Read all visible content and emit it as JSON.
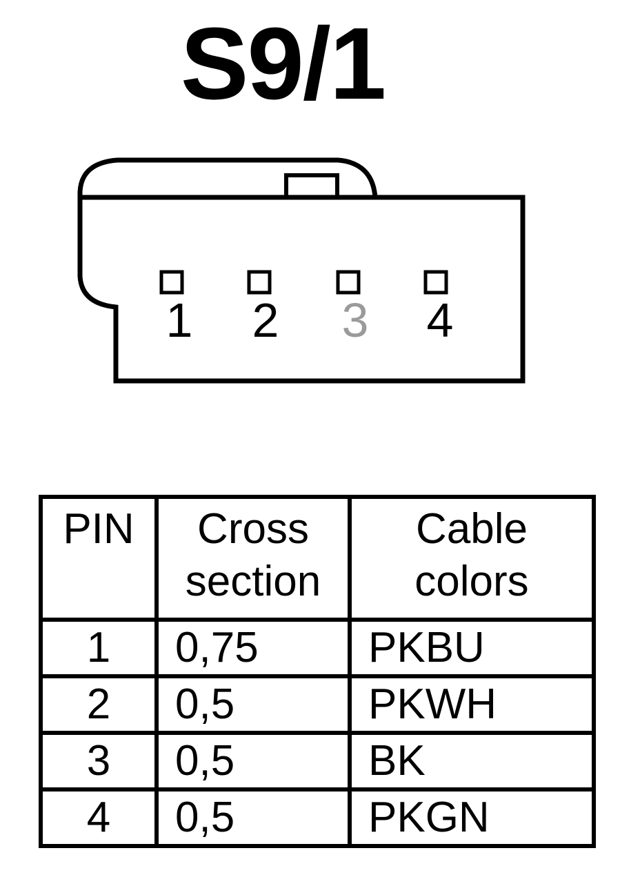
{
  "title": "S9/1",
  "connector": {
    "pins": [
      {
        "label": "1",
        "faded": false
      },
      {
        "label": "2",
        "faded": false
      },
      {
        "label": "3",
        "faded": true
      },
      {
        "label": "4",
        "faded": false
      }
    ],
    "stroke_color": "#000000",
    "faded_color": "#9a9a9a"
  },
  "table": {
    "headers": {
      "pin": "PIN",
      "cross_section": [
        "Cross",
        "section"
      ],
      "cable_colors": [
        "Cable",
        "colors"
      ]
    },
    "rows": [
      {
        "pin": "1",
        "cross_section": "0,75",
        "cable_color": "PKBU"
      },
      {
        "pin": "2",
        "cross_section": "0,5",
        "cable_color": "PKWH"
      },
      {
        "pin": "3",
        "cross_section": "0,5",
        "cable_color": "BK"
      },
      {
        "pin": "4",
        "cross_section": "0,5",
        "cable_color": "PKGN"
      }
    ]
  }
}
